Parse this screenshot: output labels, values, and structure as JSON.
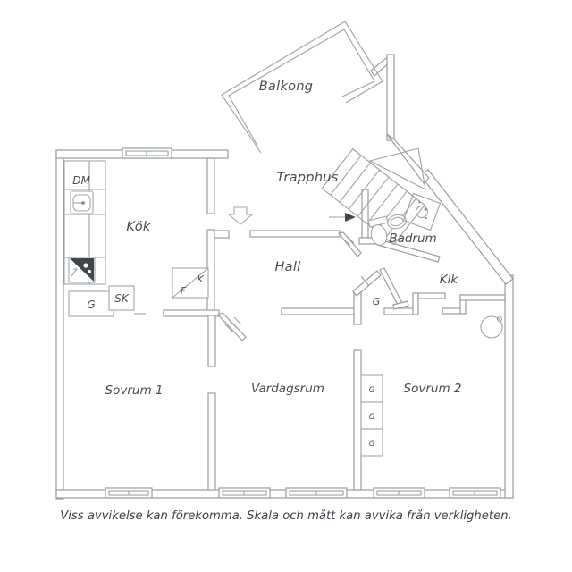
{
  "footer": {
    "disclaimer": "Viss avvikelse kan förekomma. Skala och mått kan avvika från verkligheten."
  },
  "palette": {
    "wall_line": "#979ea4",
    "label_text": "#454b52",
    "fixture_dark": "#40464c",
    "background": "#ffffff"
  },
  "rooms": {
    "balkong": {
      "label": "Balkong"
    },
    "trapphus": {
      "label": "Trapphus"
    },
    "kok": {
      "label": "Kök"
    },
    "hall": {
      "label": "Hall"
    },
    "badrum": {
      "label": "Badrum"
    },
    "klk": {
      "label": "Klk"
    },
    "sovrum1": {
      "label": "Sovrum 1"
    },
    "vardagsrum": {
      "label": "Vardagsrum"
    },
    "sovrum2": {
      "label": "Sovrum 2"
    }
  },
  "fixtures": {
    "dishwasher": {
      "label": "DM"
    },
    "kitchen_cabinet": {
      "label": "G"
    },
    "kitchen_tall_cabinet": {
      "label": "SK"
    },
    "fridge": {
      "label": "F"
    },
    "freezer": {
      "label": "K"
    },
    "hall_closet": {
      "label": "G"
    },
    "wardrobe_1": {
      "label": "G"
    },
    "wardrobe_2": {
      "label": "G"
    },
    "wardrobe_3": {
      "label": "G"
    }
  }
}
